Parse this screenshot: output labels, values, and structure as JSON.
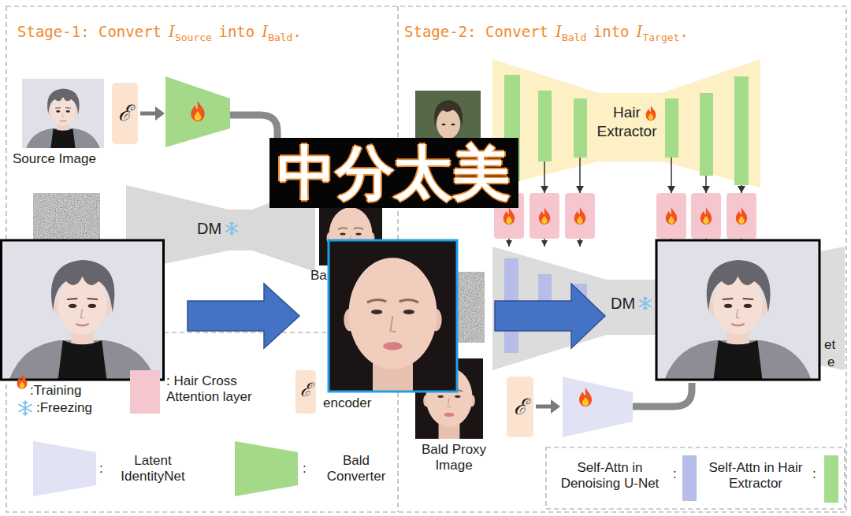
{
  "diagram": {
    "title": "中分太美",
    "nodes": [
      {
        "text": [
          "ℰ"
        ]
      },
      {
        "text": [
          "DM"
        ]
      },
      {
        "text": [
          "Hair Extractor"
        ]
      },
      {
        "text": [
          "DM"
        ]
      },
      {
        "text": [
          "ℰ"
        ]
      }
    ],
    "edges": [
      {
        "from": 2,
        "to": 3,
        "arrow": "to"
      },
      {
        "from": 2,
        "to": 3,
        "arrow": "to"
      },
      {
        "from": 2,
        "to": 3,
        "arrow": "to"
      },
      {
        "from": 2,
        "to": 3,
        "arrow": "to"
      },
      {
        "from": 2,
        "to": 3,
        "arrow": "to"
      },
      {
        "from": 2,
        "to": 3,
        "arrow": "to"
      }
    ],
    "labels": [
      "Stage-1: Convert",
      "I",
      "Source",
      "into",
      "I",
      "Bald",
      ".",
      "Stage-2: Convert",
      "I",
      "Bald",
      "into",
      "I",
      "Target",
      ".",
      "Source Image",
      "Ba",
      "et",
      "e",
      "Bald Proxy Image",
      "ℰ",
      ":",
      ":",
      ":",
      ":"
    ],
    "legend": [
      {
        "text": ":Training"
      },
      {
        "text": ":Freezing"
      },
      {
        "text": ": Hair Cross Attention layer",
        "color": "#f5c6cd"
      },
      {
        "text": "encoder"
      },
      {
        "text": "Latent IdentityNet",
        "color": "#e1e2f3"
      },
      {
        "text": "Bald Converter",
        "color": "#a5d98a"
      },
      {
        "text": "Self-Attn in Denoising U-Net",
        "color": "#b6bde8"
      },
      {
        "text": "Self-Attn in Hair Extractor",
        "color": "#a5dc8a"
      }
    ]
  }
}
